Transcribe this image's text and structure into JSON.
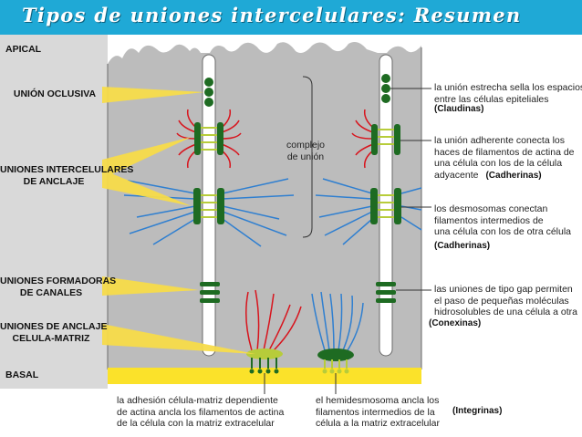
{
  "title": "Tipos de uniones intercelulares: Resumen",
  "left_labels": {
    "apical": "APICAL",
    "union_oclusiva": "UNIÓN OCLUSIVA",
    "anclaje_l1": "UNIONES INTERCELULARES",
    "anclaje_l2": "DE ANCLAJE",
    "canales_l1": "UNIONES FORMADORAS",
    "canales_l2": "DE CANALES",
    "matriz_l1": "UNIONES DE ANCLAJE",
    "matriz_l2": "CELULA-MATRIZ",
    "basal": "BASAL"
  },
  "center_label": {
    "l1": "complejo",
    "l2": "de unión"
  },
  "right_descriptions": {
    "oclusiva": [
      "la unión estrecha sella los espacios",
      "entre las células epiteliales"
    ],
    "oclusiva_protein": "(Claudinas)",
    "adherente": [
      "la unión adherente conecta los",
      "haces de filamentos de actina de",
      "una célula con los de la célula"
    ],
    "adherente_last": "adyacente",
    "adherente_protein": "(Cadherinas)",
    "desmosoma": [
      "los desmosomas conectan",
      "filamentos intermedios de",
      "una célula con los de otra célula"
    ],
    "desmosoma_protein": "(Cadherinas)",
    "gap": [
      "las uniones de tipo gap permiten",
      "el paso de pequeñas moléculas",
      "hidrosolubles de una célula a otra"
    ],
    "gap_protein": "(Conexinas)"
  },
  "bottom_descriptions": {
    "adhesion": [
      "la adhesión célula-matriz dependiente",
      "de actina ancla los filamentos de actina",
      "de la célula con la matriz extracelular"
    ],
    "hemidesmosoma": [
      "el hemidesmosoma ancla los",
      "filamentos intermedios de la",
      "célula a la matriz extracelular"
    ],
    "protein": "(Integrinas)"
  },
  "colors": {
    "title_bar": "#1fa9d6",
    "cell": "#bcbcbc",
    "left_panel": "#d9d9d9",
    "junction": "#1e6b22",
    "linker": "#b7cc3a",
    "actin": "#d8141d",
    "intermediate": "#2f7fd0",
    "basal_lamina": "#fbe22a",
    "pointer": "#f7dc4a"
  }
}
